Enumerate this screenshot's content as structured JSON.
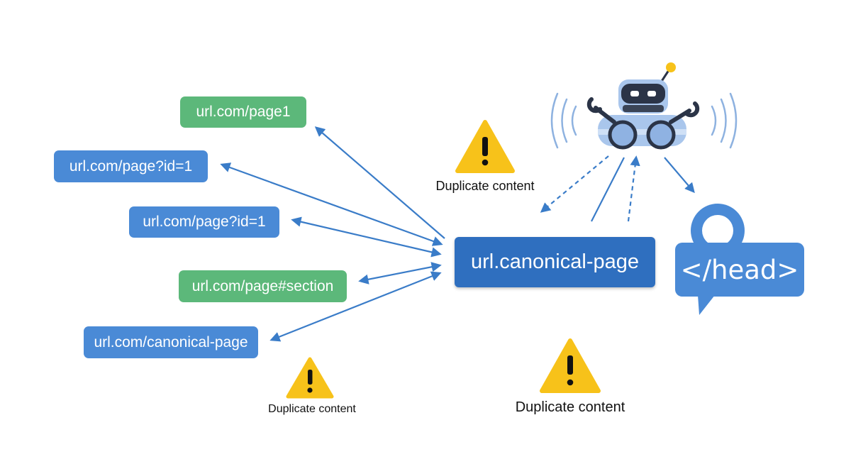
{
  "urls": [
    {
      "text": "url.com/page1",
      "color": "green"
    },
    {
      "text": "url.com/page?id=1",
      "color": "blue"
    },
    {
      "text": "url.com/page?id=1",
      "color": "blue"
    },
    {
      "text": "url.com/page#section",
      "color": "green"
    },
    {
      "text": "url.com/canonical-page",
      "color": "blue"
    }
  ],
  "canonical": "url.canonical-page",
  "warnings": [
    "Duplicate content",
    "Duplicate content",
    "Duplicate content"
  ],
  "head_tag": "</head>",
  "colors": {
    "blue": "#4a8ad6",
    "green": "#5cb87a",
    "canonical": "#2f6fbf",
    "warning": "#f7c21a",
    "arrow": "#3a7cc8",
    "robot_body": "#a9c6ec",
    "robot_head": "#2b3447"
  },
  "icons": [
    "warning-icon",
    "robot-icon",
    "code-tag-icon",
    "map-pin-icon"
  ]
}
